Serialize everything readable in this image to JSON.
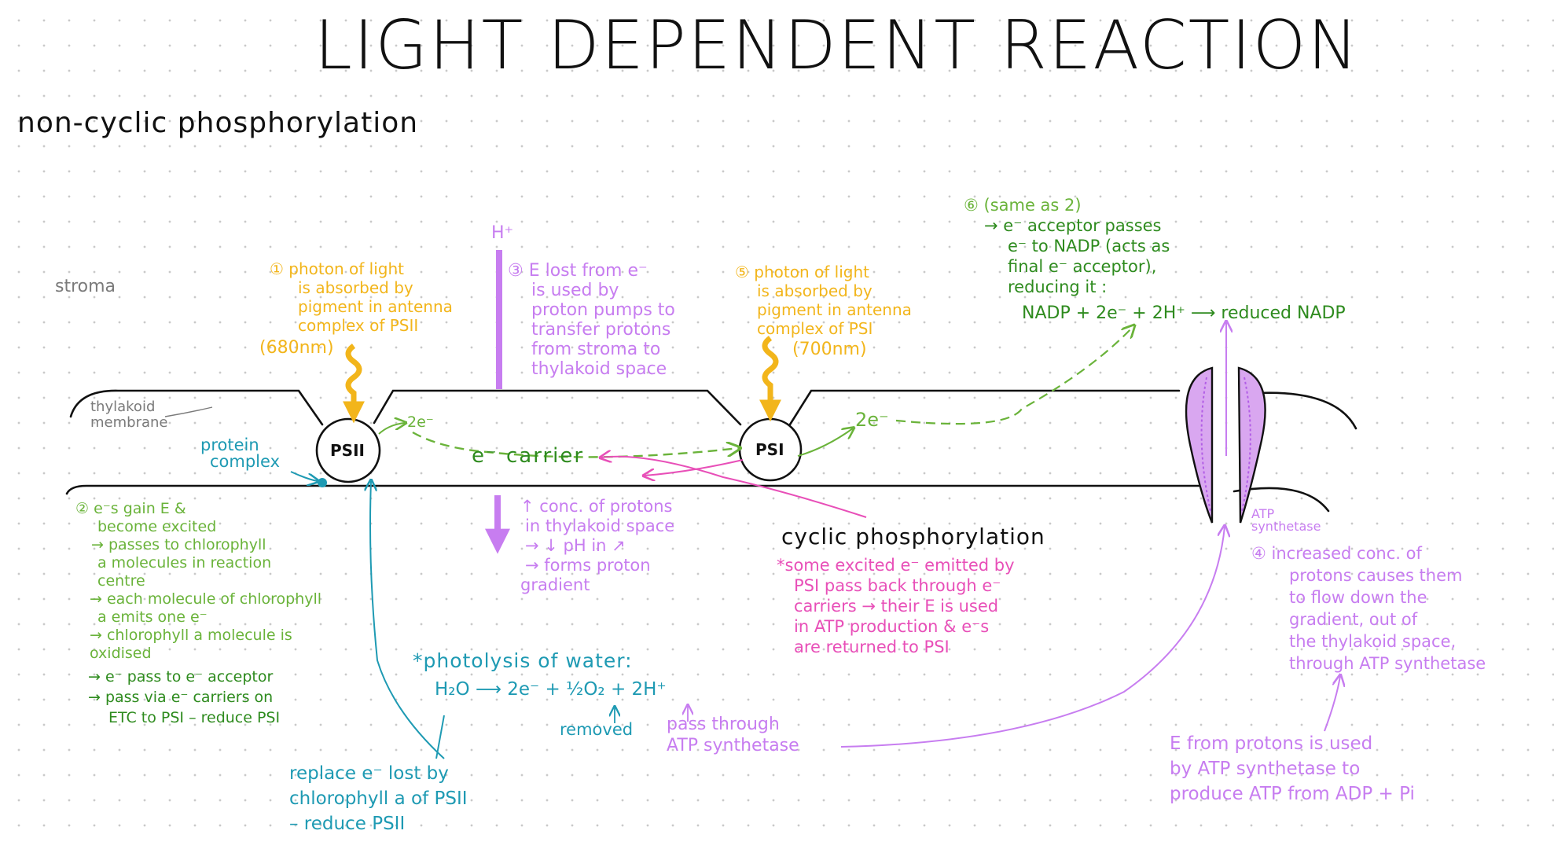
{
  "title": "LIGHT DEPENDENT REACTION",
  "subtitle": "non-cyclic phosphorylation",
  "colors": {
    "ink": "#111111",
    "yellow": "#f2b51b",
    "purple": "#c77df0",
    "green": "#6ab33a",
    "dark_green": "#2e8b1e",
    "teal": "#1e9ab3",
    "pink": "#e84fb8",
    "gray": "#7a7a7a"
  },
  "labels": {
    "stroma": "stroma",
    "thylakoid_membrane": [
      "thylakoid",
      "membrane"
    ],
    "protein_complex": [
      "protein",
      "complex"
    ],
    "psii": "PSII",
    "psi": "PSI",
    "h_plus": "H⁺",
    "e_carrier": "e⁻ carrier",
    "two_e_left": "2e⁻",
    "two_e_right": "2e⁻",
    "atp_synthetase": [
      "ATP",
      "synthetase"
    ],
    "wavelength_680": "(680nm)",
    "wavelength_700": "(700nm)",
    "cyclic_title": "cyclic phosphorylation"
  },
  "notes": {
    "step1": [
      "① photon of light",
      "is absorbed by",
      "pigment in antenna",
      "complex of PSII"
    ],
    "step2": [
      "② e⁻s gain E &",
      "become excited",
      "→ passes to chlorophyll",
      "a molecules in reaction",
      "centre",
      "→ each molecule of chlorophyll",
      "a emits one e⁻",
      "→ chlorophyll a molecule is",
      "oxidised"
    ],
    "step2_dark": [
      "→ e⁻ pass to e⁻ acceptor",
      "→ pass via e⁻ carriers on",
      "ETC to PSI – reduce PSI"
    ],
    "step3": [
      "③ E lost from e⁻",
      "is used by",
      "proton pumps to",
      "transfer protons",
      "from stroma to",
      "thylakoid space"
    ],
    "proton_conc": [
      "↑ conc. of protons",
      "in thylakoid space",
      "→ ↓ pH in ↗",
      "→ forms proton",
      "gradient"
    ],
    "step5": [
      "⑤ photon of light",
      "is absorbed by",
      "pigment in antenna",
      "complex of PSI"
    ],
    "step6": [
      "⑥ (same as 2)",
      "→ e⁻ acceptor passes",
      "e⁻ to NADP (acts as",
      "final e⁻ acceptor),",
      "reducing it :"
    ],
    "nadp_equation": "NADP  +  2e⁻  +  2H⁺  ⟶  reduced NADP",
    "cyclic": [
      "*some excited e⁻ emitted by",
      "PSI pass back through e⁻",
      "carriers → their E is used",
      "in ATP production & e⁻s",
      "are returned to PSI"
    ],
    "step4": [
      "④ increased conc. of",
      "protons causes them",
      "to flow down the",
      "gradient, out of",
      "the thylakoid space,",
      "through ATP synthetase"
    ],
    "atp_production": [
      "E from protons is used",
      "by ATP synthetase to",
      "produce ATP from ADP + Pi"
    ],
    "photolysis_title": "*photolysis of water:",
    "photolysis_equation": "H₂O ⟶ 2e⁻ + ½O₂ + 2H⁺",
    "removed": "removed",
    "pass_through": [
      "pass through",
      "ATP synthetase"
    ],
    "replace": [
      "replace e⁻ lost by",
      "chlorophyll a of PSII",
      "– reduce PSII"
    ]
  }
}
